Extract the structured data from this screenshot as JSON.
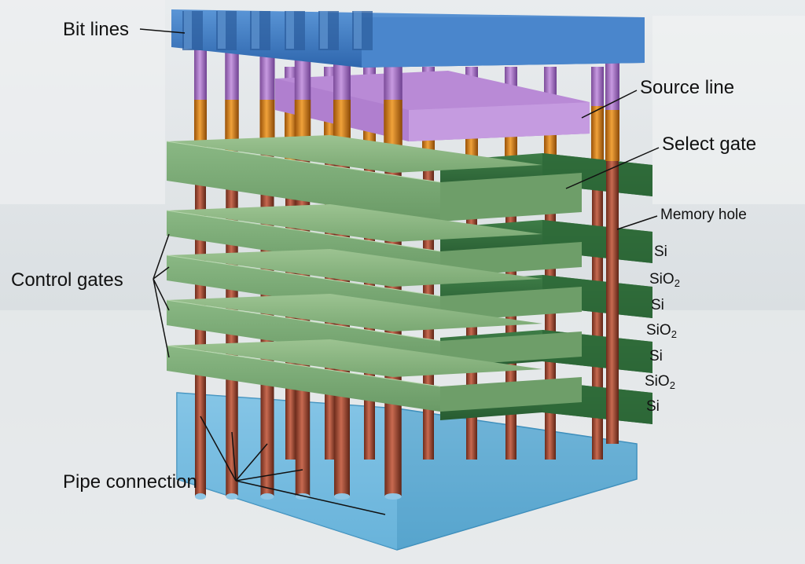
{
  "colors": {
    "bit_lines": "#3f7fc8",
    "source_line": "#b07ad0",
    "select_gate": "#5f9a63",
    "control_gates": "#7fae78",
    "layer_si_front": "#2f6b3b",
    "pillar_top": "#e08a1e",
    "pillar_lower": "#b5553a",
    "pipe_base": "#7cc4e6"
  },
  "labels": {
    "bit_lines": "Bit lines",
    "source_line": "Source line",
    "select_gate": "Select gate",
    "memory_hole": "Memory hole",
    "control_gates": "Control gates",
    "pipe_connection": "Pipe connection"
  },
  "layers": [
    {
      "base": "Si",
      "sub": ""
    },
    {
      "base": "SiO",
      "sub": "2"
    },
    {
      "base": "Si",
      "sub": ""
    },
    {
      "base": "SiO",
      "sub": "2"
    },
    {
      "base": "Si",
      "sub": ""
    },
    {
      "base": "SiO",
      "sub": "2"
    },
    {
      "base": "Si",
      "sub": ""
    }
  ]
}
